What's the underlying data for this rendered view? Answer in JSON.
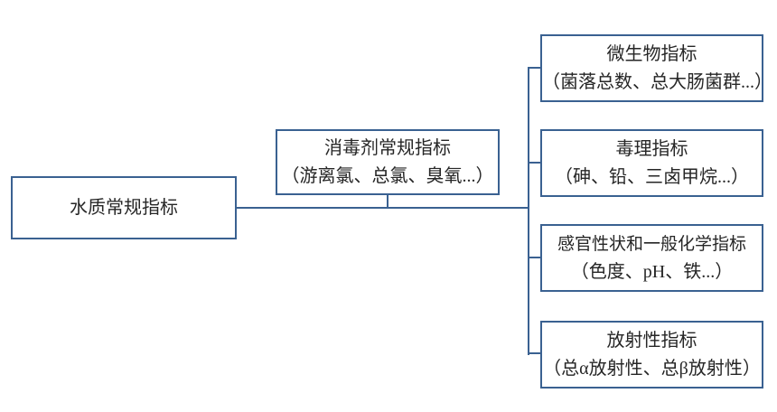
{
  "diagram": {
    "root": {
      "label": "水质常规指标"
    },
    "branch": {
      "label": "消毒剂常规指标",
      "sublabel": "（游离氯、总氯、臭氧...）"
    },
    "leaves": [
      {
        "label": "微生物指标",
        "sublabel": "（菌落总数、总大肠菌群...）"
      },
      {
        "label": "毒理指标",
        "sublabel": "（砷、铅、三卤甲烷...）"
      },
      {
        "label": "感官性状和一般化学指标",
        "sublabel": "（色度、pH、铁...）"
      },
      {
        "label": "放射性指标",
        "sublabel": "（总α放射性、总β放射性）"
      }
    ],
    "colors": {
      "line": "#3A6191",
      "text": "#262626",
      "box_background": "#FFFFFF"
    }
  }
}
